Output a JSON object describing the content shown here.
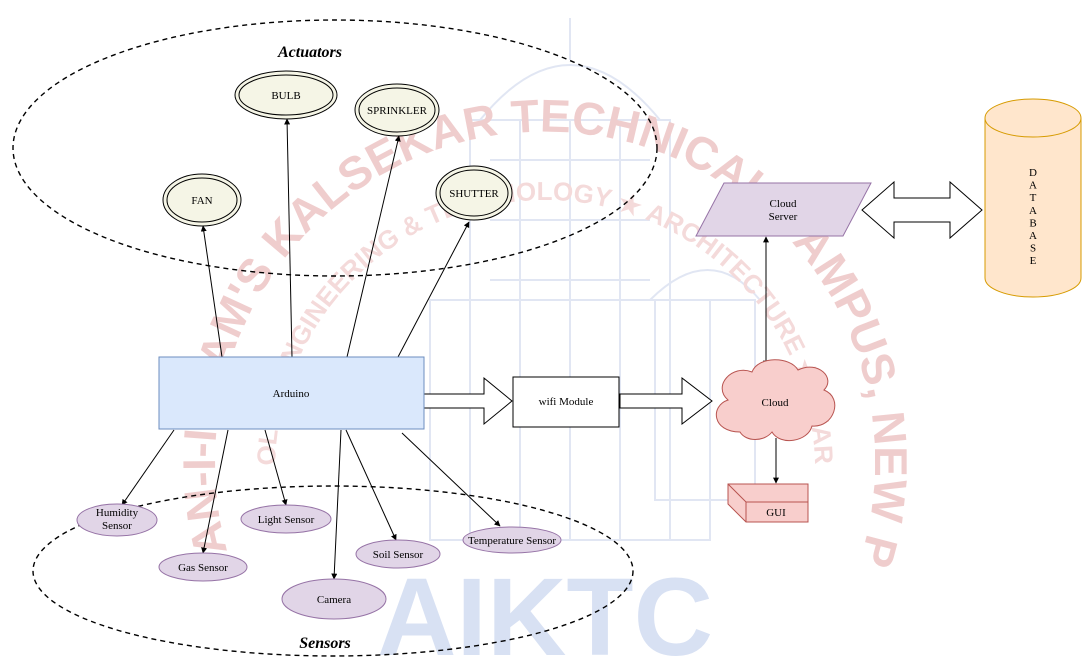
{
  "groups": {
    "actuators_title": "Actuators",
    "sensors_title": "Sensors"
  },
  "actuators": {
    "bulb": "BULB",
    "sprinkler": "SPRINKLER",
    "fan": "FAN",
    "shutter": "SHUTTER"
  },
  "controller": "Arduino",
  "wifi": "wifi Module",
  "cloud": "Cloud",
  "cloud_server": [
    "Cloud",
    "Server"
  ],
  "database": [
    "D",
    "A",
    "T",
    "A",
    "B",
    "A",
    "S",
    "E"
  ],
  "gui": "GUI",
  "sensors": {
    "humidity": [
      "Humidity",
      "Sensor"
    ],
    "light": "Light Sensor",
    "gas": "Gas Sensor",
    "soil": "Soil Sensor",
    "temperature": "Temperature Sensor",
    "camera": "Camera"
  },
  "watermark": {
    "arc_text": "ANJUMAN-I-ISLAM'S KALSEKAR TECHNICAL CAMPUS, NEW PANVEL",
    "inner_text": "SCHOOL OF ENGINEERING & TECHNOLOGY ★ ARCHITECTURE ★ PHARMACY",
    "logo_text": "AIKTC"
  },
  "colors": {
    "arduino_fill": "#dae8fc",
    "arduino_stroke": "#6c8ebf",
    "sensor_fill": "#e1d5e7",
    "sensor_stroke": "#9673a6",
    "actuator_fill": "#f5f5e6",
    "cloud_fill": "#f8cecc",
    "cloud_stroke": "#b85450",
    "server_fill": "#e1d5e7",
    "database_fill": "#ffe6cc",
    "database_stroke": "#d79b00",
    "watermark_red": "#e8a0a0",
    "watermark_blue": "#a9bde6"
  }
}
